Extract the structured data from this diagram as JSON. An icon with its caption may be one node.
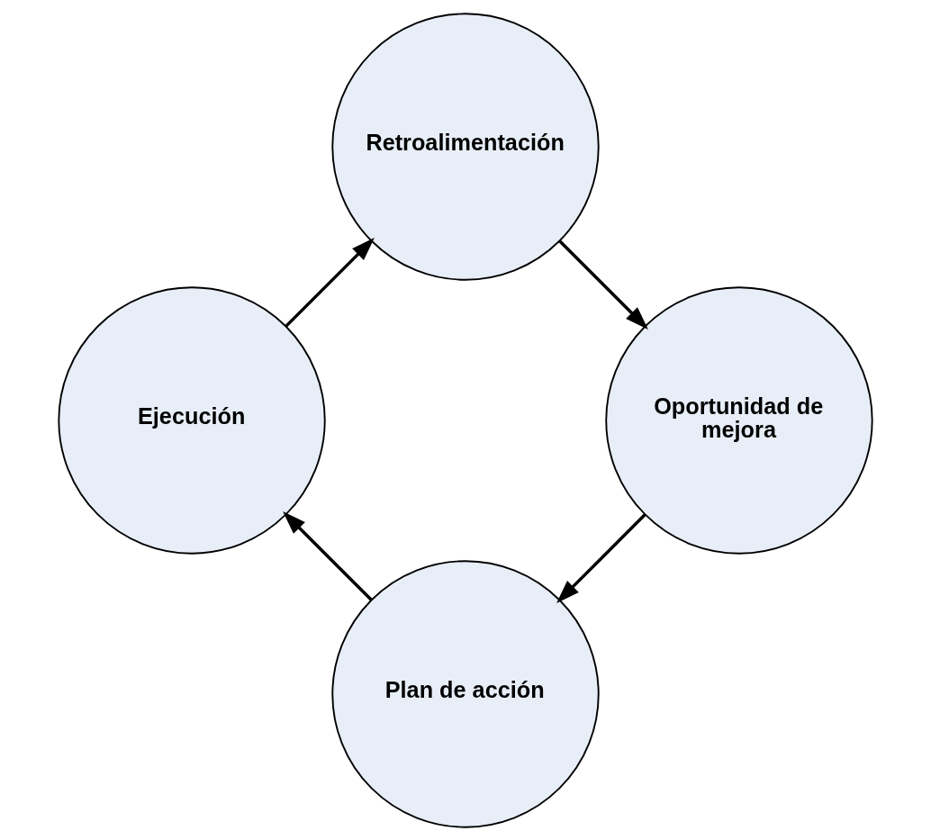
{
  "diagram": {
    "nodes": [
      {
        "text": [
          "Plan de acción"
        ]
      },
      {
        "text": [
          "Ejecución"
        ]
      },
      {
        "text": [
          "Retroalimentación"
        ]
      },
      {
        "text": [
          "Oportunidad de mejora"
        ]
      }
    ],
    "edges": [
      {
        "from": 0,
        "to": 1,
        "arrow": "to"
      },
      {
        "from": 1,
        "to": 2,
        "arrow": "to"
      },
      {
        "from": 2,
        "to": 3,
        "arrow": "to"
      },
      {
        "from": 3,
        "to": 0,
        "arrow": "to"
      }
    ]
  }
}
